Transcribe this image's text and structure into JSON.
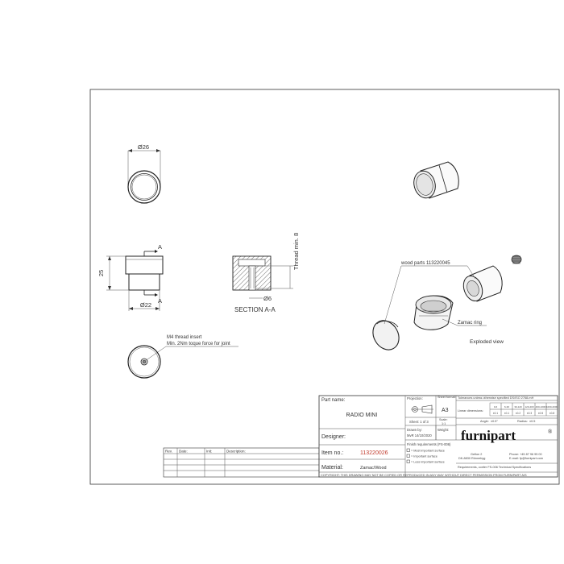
{
  "views": {
    "top_dim": "Ø26",
    "front_height": "25",
    "front_bottom_dim": "Ø22",
    "section_marker": "A",
    "section_label": "SECTION A-A",
    "section_hole_dim": "Ø6",
    "section_thread": "Thread min. 8",
    "insert_title": "M4 thread insert",
    "insert_note": "Min. 2Nm toque force for joint",
    "callout_wood": "wood parts 113220045",
    "callout_zamac": "Zamac ring",
    "exploded_label": "Exploded view"
  },
  "title_block": {
    "part_name_label": "Part name:",
    "part_name": "RADIO MINI",
    "designer_label": "Designer:",
    "item_no_label": "Item no.:",
    "item_no": "113220026",
    "material_label": "Material:",
    "material": "Zamac/Wood",
    "projection_label": "Projection:",
    "sheet_format_label": "Sheet format:",
    "sheet_format": "A3",
    "sheet_count": "Sheet: 1 of 3",
    "scale_label": "Scale:",
    "scale": "1:1",
    "drawn_by_label": "Drawn by:",
    "drawn_by": "MvR 14/10/2020",
    "weight_label": "Weight:",
    "finish_label": "Finish requirements (FS-006)",
    "finish_items": [
      "= Most important surface",
      "= Important surface",
      "= Less important surface"
    ],
    "tolerance_note": "Tolerances unless otherwise specified DS/ISO 2768-mH",
    "linear_dims_label": "Linear dimensions:",
    "tol_headers": [
      "0-6",
      "6-30",
      "30-120",
      "120-400",
      "400-1000",
      "1000-2000"
    ],
    "tol_values": [
      "±0.1",
      "±0.1",
      "±0.2",
      "±0.3",
      "±0.5",
      "±0.8"
    ],
    "angle_label": "Angle:",
    "angle_value": "±0.5°",
    "radius_label": "Radius:",
    "radius_value": "±0.5",
    "brand": "furnipart",
    "brand_mark": "®",
    "address_1": "Gefion 2",
    "address_2": "DK-8830 Rönnebyg",
    "phone": "Phone: +45 87 96 95 00",
    "email": "E-mail: fp@furnipart.com",
    "requirements": "Requirements, confer FS-006 Technical Specifications",
    "copyright": "COPYRIGHT: THIS DRAWING MAY NOT BE COPIED OR REPRODUCED IN ANY WAY WITHOUT DIRECT PERMISSION FROM FURNIPART A/S"
  },
  "revision_table": {
    "headers": [
      "Rev.",
      "Date:",
      "Init:",
      "Description:"
    ]
  }
}
